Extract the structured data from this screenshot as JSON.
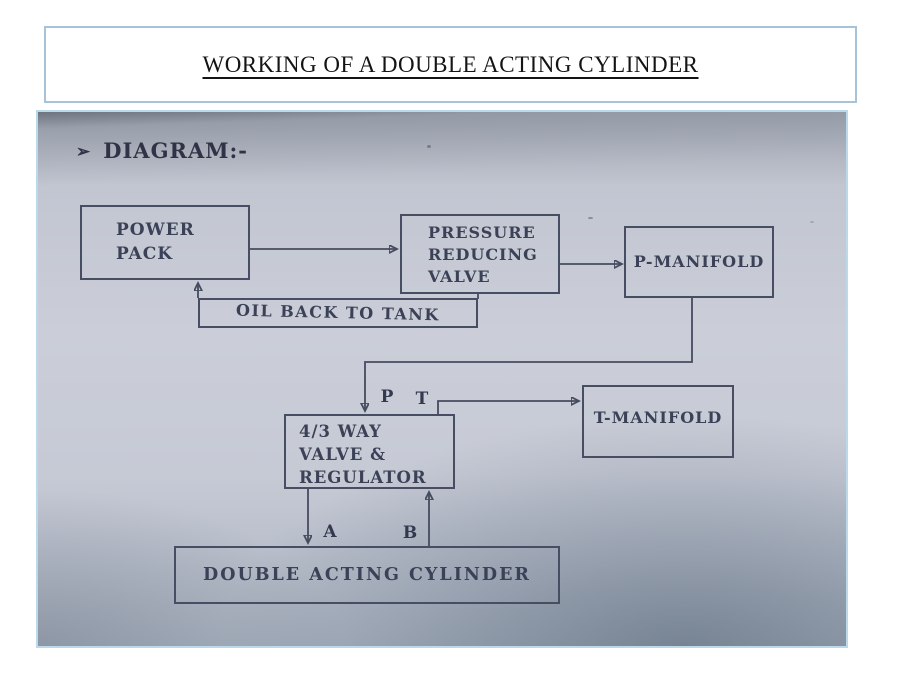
{
  "page": {
    "title": "WORKING OF A DOUBLE ACTING CYLINDER"
  },
  "diagram": {
    "heading": {
      "bullet": "➢",
      "text": "DIAGRAM:-"
    },
    "nodes": {
      "power_pack": {
        "lines": [
          "POWER",
          "PACK"
        ]
      },
      "pressure_reducing_valve": {
        "lines": [
          "PRESSURE",
          "REDUCING",
          "VALVE"
        ]
      },
      "p_manifold": {
        "label": "P-MANIFOLD"
      },
      "oil_back_to_tank": {
        "label": "OIL BACK TO TANK"
      },
      "four_three_way_valve": {
        "lines": [
          "4/3 WAY",
          "VALVE &",
          "REGULATOR"
        ]
      },
      "t_manifold": {
        "label": "T-MANIFOLD"
      },
      "double_acting_cylinder": {
        "label": "DOUBLE ACTING CYLINDER"
      }
    },
    "ports": {
      "p": "P",
      "t": "T",
      "a": "A",
      "b": "B"
    },
    "connections": [
      {
        "from": "power-pack",
        "to": "pressure-reducing-valve"
      },
      {
        "from": "pressure-reducing-valve",
        "to": "p-manifold"
      },
      {
        "from": "p-manifold",
        "to": "4/3-way-valve-regulator",
        "via_port": "P"
      },
      {
        "from": "4/3-way-valve-regulator",
        "to": "t-manifold",
        "via_port": "T"
      },
      {
        "from": "4/3-way-valve-regulator",
        "to": "double-acting-cylinder",
        "via_port": "A"
      },
      {
        "from": "double-acting-cylinder",
        "to": "4/3-way-valve-regulator",
        "via_port": "B"
      },
      {
        "from": "pressure-reducing-valve",
        "to": "power-pack",
        "via": "oil-back-to-tank"
      }
    ],
    "colors": {
      "ink": "#3b4156",
      "line": "#454c60",
      "photo_border": "#bcd9ec",
      "title_border": "#a6c3da",
      "photo_background": "#c6cad5"
    }
  }
}
